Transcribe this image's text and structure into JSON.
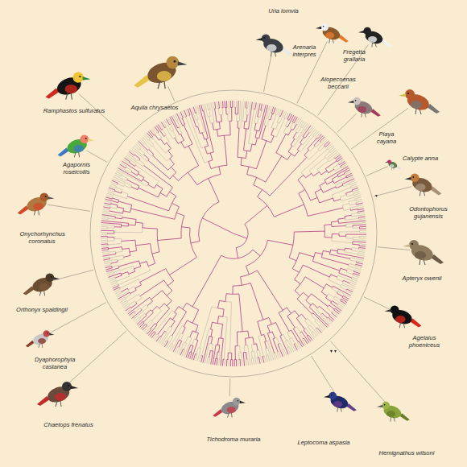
{
  "diagram": {
    "labels": [
      "Ramphastos sulfuratus",
      "Aquila chrysaetos",
      "Uria lomvia",
      "Arenaria interpres",
      "Fregetta grallaria",
      "Alopecoenas beccarii",
      "Piaya cayana",
      "Calypte anna",
      "Odontophorus gujanensis",
      "Apteryx owenii",
      "Agelaius phoeniceus",
      "Hemignathus wilsoni",
      "Leptocoma aspasia",
      "Tichodroma muraria",
      "Chaetops frenatus",
      "Dyaphorophyia castanea",
      "Orthonyx spaldingii",
      "Onychorhynchus coronatus",
      "Agapornis roseicollis"
    ]
  }
}
